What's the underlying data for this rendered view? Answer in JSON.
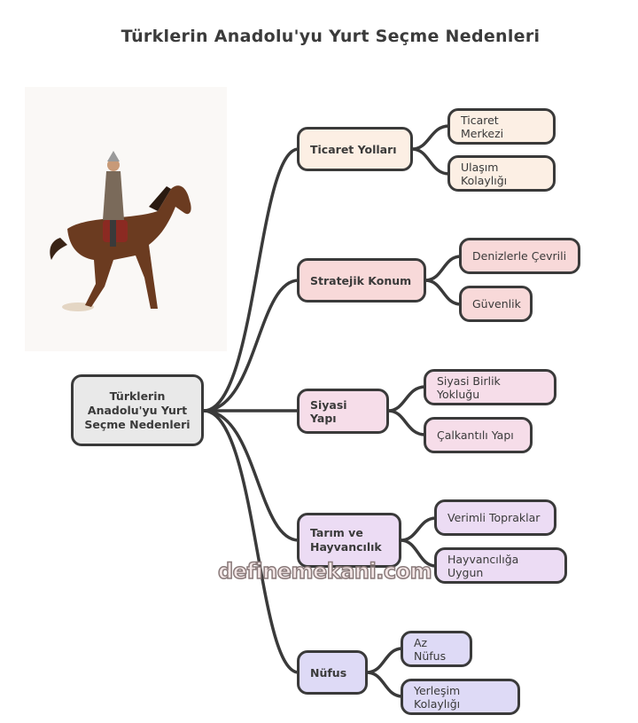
{
  "title": "Türklerin Anadolu'yu Yurt Seçme Nedenleri",
  "root": {
    "label": "Türklerin Anadolu'yu Yurt Seçme Nedenleri",
    "color": "#e9e9e9"
  },
  "branches": [
    {
      "label": "Ticaret Yolları",
      "color": "#fcefe4",
      "children": [
        "Ticaret Merkezi",
        "Ulaşım Kolaylığı"
      ]
    },
    {
      "label": "Stratejik Konum",
      "color": "#f8d9d9",
      "children": [
        "Denizlerle Çevrili",
        "Güvenlik"
      ]
    },
    {
      "label": "Siyasi Yapı",
      "color": "#f6dde9",
      "children": [
        "Siyasi Birlik Yokluğu",
        "Çalkantılı Yapı"
      ]
    },
    {
      "label": "Tarım ve Hayvancılık",
      "color": "#ecdcf4",
      "children": [
        "Verimli Topraklar",
        "Hayvancılığa Uygun"
      ]
    },
    {
      "label": "Nüfus",
      "color": "#dedaf6",
      "children": [
        "Az Nüfus",
        "Yerleşim Kolaylığı"
      ]
    }
  ],
  "watermark": "definemekani.com",
  "image": {
    "icon": "horse-rider-illustration"
  }
}
